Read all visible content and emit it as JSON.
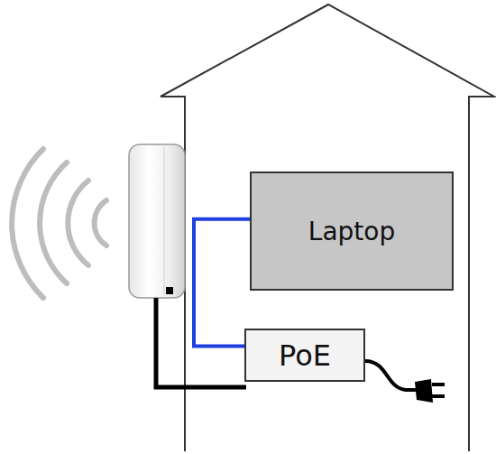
{
  "diagram": {
    "nodes": [
      {
        "text": [
          "Laptop"
        ]
      },
      {
        "text": [
          "PoE"
        ]
      }
    ],
    "edges": [
      {
        "from": 0,
        "to": 1,
        "arrow": "none"
      }
    ]
  }
}
